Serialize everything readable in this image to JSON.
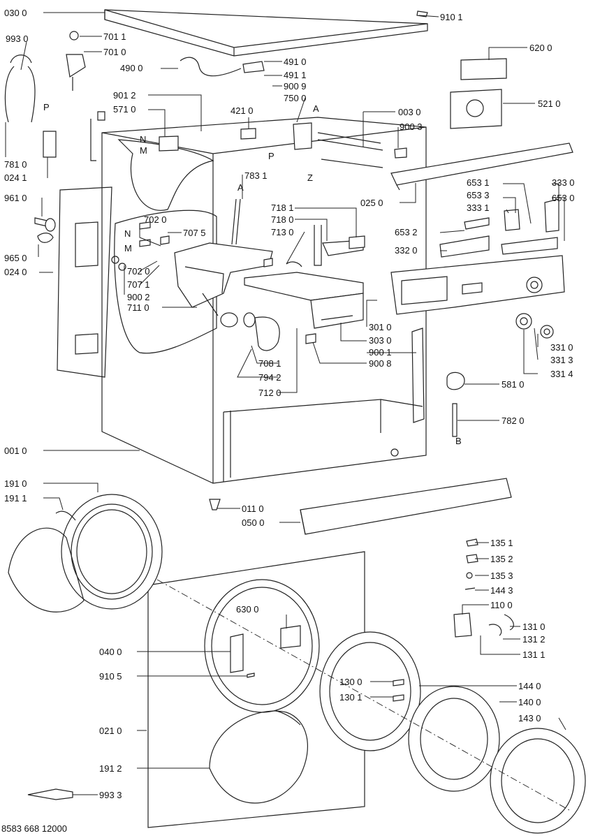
{
  "labels": {
    "l0300": "030 0",
    "l9101": "910 1",
    "l9930": "993 0",
    "l7011": "701 1",
    "l7010": "701 0",
    "l4900": "490 0",
    "l4910": "491 0",
    "l4911": "491 1",
    "l9009": "900 9",
    "l7500": "750 0",
    "l6200": "620 0",
    "l9012": "901 2",
    "l5710": "571 0",
    "l5210": "521 0",
    "l4210": "421 0",
    "l0030": "003 0",
    "l9003": "900 3",
    "l7810": "781 0",
    "l0241": "024 1",
    "l7831": "783 1",
    "l9610": "961 0",
    "l0250": "025 0",
    "l6531": "653 1",
    "l6533": "653 3",
    "l3330": "333 0",
    "l3331": "333 1",
    "l6530": "653 0",
    "l7181": "718 1",
    "l7180": "718 0",
    "l7130": "713 0",
    "l7020a": "702 0",
    "l7075": "707 5",
    "l6532": "653 2",
    "l3320": "332 0",
    "l9650": "965 0",
    "l0240": "024 0",
    "l7020b": "702 0",
    "l7071": "707 1",
    "l9002": "900 2",
    "l7110": "711 0",
    "l3010": "301 0",
    "l3030": "303 0",
    "l9001": "900 1",
    "l9008": "900 8",
    "l7081": "708 1",
    "l7942": "794 2",
    "l7120": "712 0",
    "l3310": "331 0",
    "l3313": "331 3",
    "l3314": "331 4",
    "l5810": "581 0",
    "l7820": "782 0",
    "l0010": "001 0",
    "l1910": "191 0",
    "l1911": "191 1",
    "l0110": "011 0",
    "l0500": "050 0",
    "l1351": "135 1",
    "l1352": "135 2",
    "l1353": "135 3",
    "l1443": "144 3",
    "l1100": "110 0",
    "l6300": "630 0",
    "l1310": "131 0",
    "l1312": "131 2",
    "l1311": "131 1",
    "l0400": "040 0",
    "l9105": "910 5",
    "l1300": "130 0",
    "l1440": "144 0",
    "l1301": "130 1",
    "l1400": "140 0",
    "l1430": "143 0",
    "l0210": "021 0",
    "l1912": "191 2",
    "l9933": "993 3"
  },
  "letters": {
    "P1": "P",
    "A1": "A",
    "P2": "P",
    "Z": "Z",
    "N1": "N",
    "M1": "M",
    "A2": "A",
    "N2": "N",
    "M2": "M",
    "B": "B"
  },
  "document_number": "8583 668 12000"
}
